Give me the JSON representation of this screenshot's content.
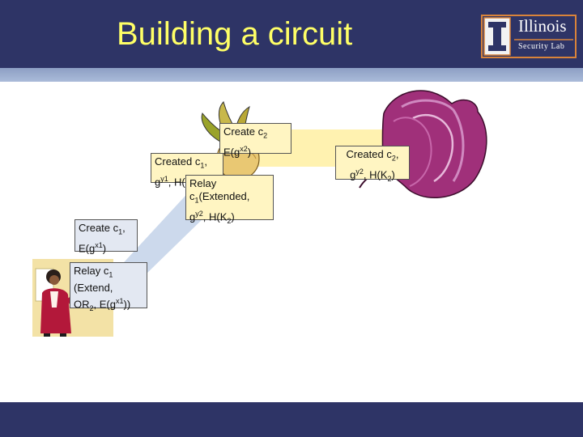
{
  "slide": {
    "title": "Building a circuit"
  },
  "logo": {
    "line1": "Illinois",
    "line2": "Security Lab"
  },
  "callouts": {
    "create_c2": {
      "l1a": "Create c",
      "l1s": "2",
      "l2a": "E(g",
      "l2s": "x2",
      "l2b": ")"
    },
    "created_c1": {
      "l1a": "Created c",
      "l1s": "1",
      "l1b": ",",
      "l2a": "g",
      "l2s": "y1",
      "l2b": ", H(K",
      "l2c": ")"
    },
    "relay_extended": {
      "l1": "Relay",
      "l2a": "c",
      "l2s": "1",
      "l2b": "(Extended,",
      "l3a": "g",
      "l3s": "y2",
      "l3b": ", H(K",
      "l3c": "2",
      "l3d": ")"
    },
    "created_c2": {
      "l1a": "Created c",
      "l1s": "2",
      "l1b": ",",
      "l2a": "g",
      "l2s": "y2",
      "l2b": ", H(K",
      "l2c": "2",
      "l2d": ")"
    },
    "create_c1": {
      "l1a": "Create c",
      "l1s": "1",
      "l1b": ",",
      "l2a": "E(g",
      "l2s": "x1",
      "l2b": ")"
    },
    "relay_extend": {
      "l1a": "Relay c",
      "l1s": "1",
      "l2": "(Extend,",
      "l3a": "OR",
      "l3s": "2",
      "l3b": ", E(g",
      "l3c": "x1",
      "l3d": "))"
    }
  },
  "colors": {
    "header": "#2e3466",
    "title": "#ffff66",
    "callout_yellow": "#fff5c2",
    "callout_blue": "#e3e8f2",
    "onion_purple": "#a0307a"
  }
}
